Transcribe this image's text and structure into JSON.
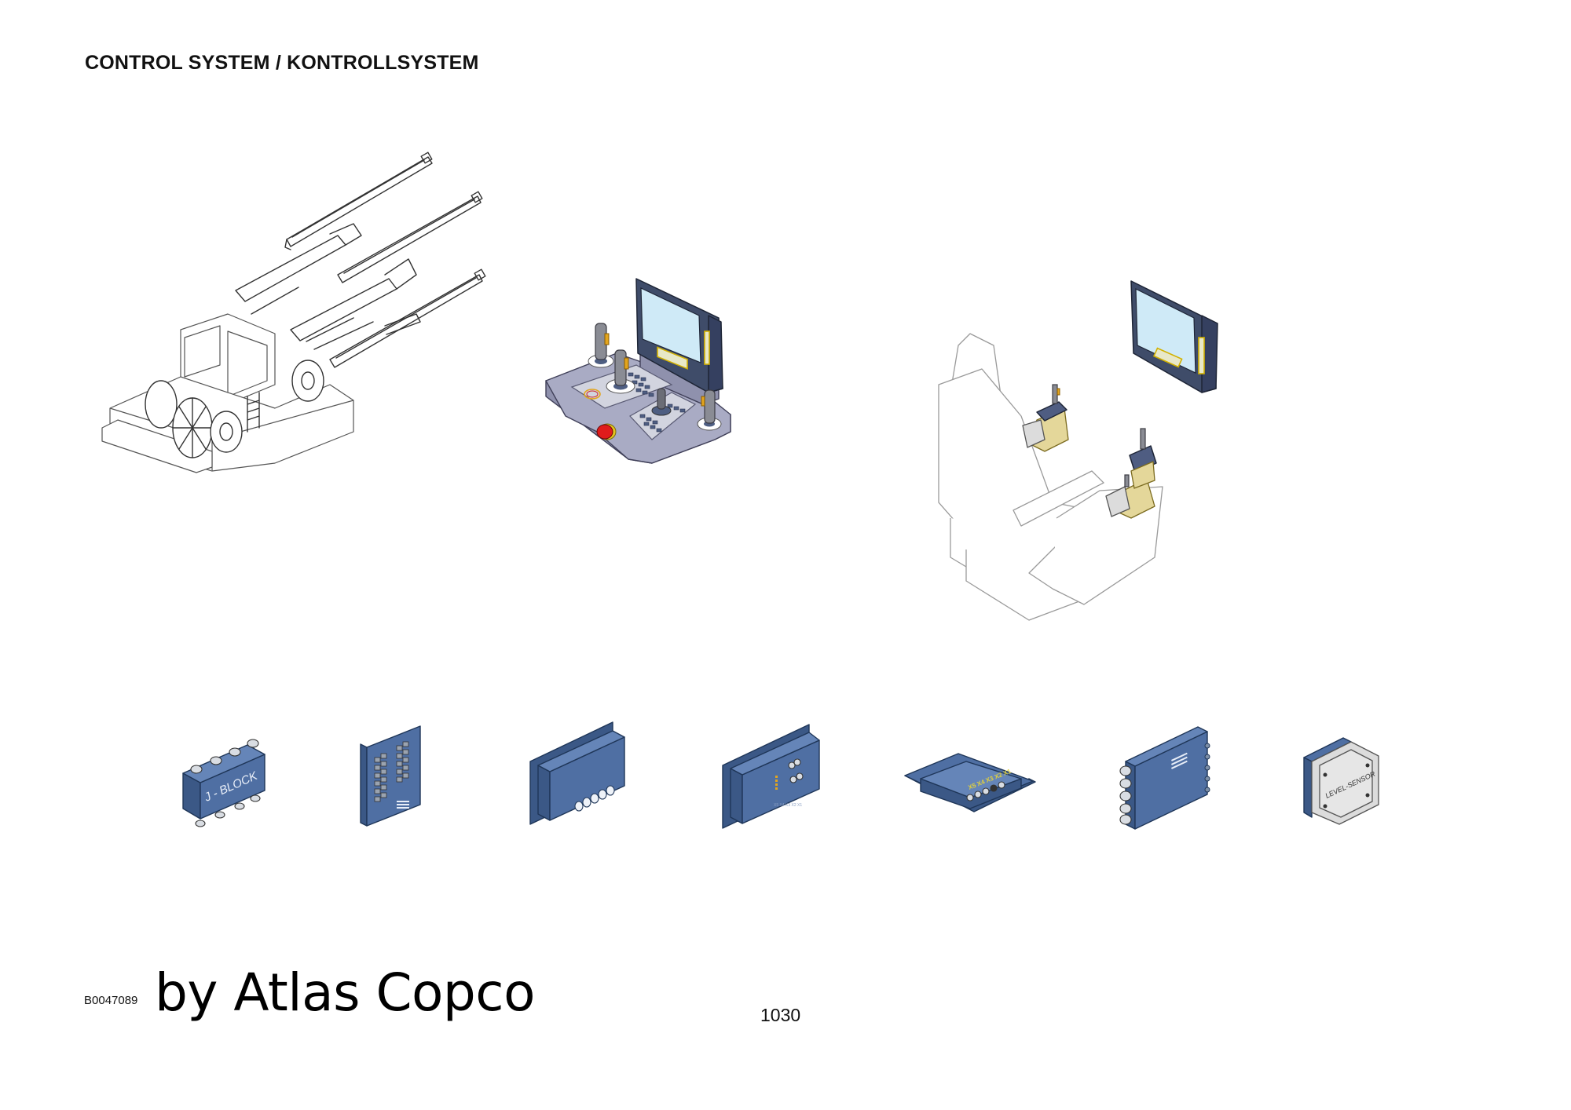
{
  "page": {
    "title": "CONTROL SYSTEM / KONTROLLSYSTEM",
    "document_code": "B0047089",
    "publisher": "by Atlas Copco",
    "page_number": "1030"
  },
  "illustrations": {
    "drill_rig": {
      "icon": "drill-rig-illustration"
    },
    "control_panel": {
      "icon": "control-panel-illustration"
    },
    "operator_seat": {
      "icon": "operator-seat-illustration"
    }
  },
  "components": [
    {
      "icon": "j-block-module",
      "label": "J - BLOCK"
    },
    {
      "icon": "io-module-connectors",
      "label": ""
    },
    {
      "icon": "control-box-module",
      "label": ""
    },
    {
      "icon": "control-box-connectors",
      "label": ""
    },
    {
      "icon": "flat-module",
      "label": "X5 X4 X3 X2 X1"
    },
    {
      "icon": "io-block-module",
      "label": ""
    },
    {
      "icon": "level-sensor-box",
      "label": "LEVEL-SENSOR"
    }
  ],
  "colors": {
    "module_blue": "#4f6fa3",
    "monitor_frame": "#3f4c69",
    "screen": "#cfeaf7",
    "console": "#a9abc4",
    "accent_yellow": "#e3a51d",
    "emergency_red": "#e01b1b"
  }
}
